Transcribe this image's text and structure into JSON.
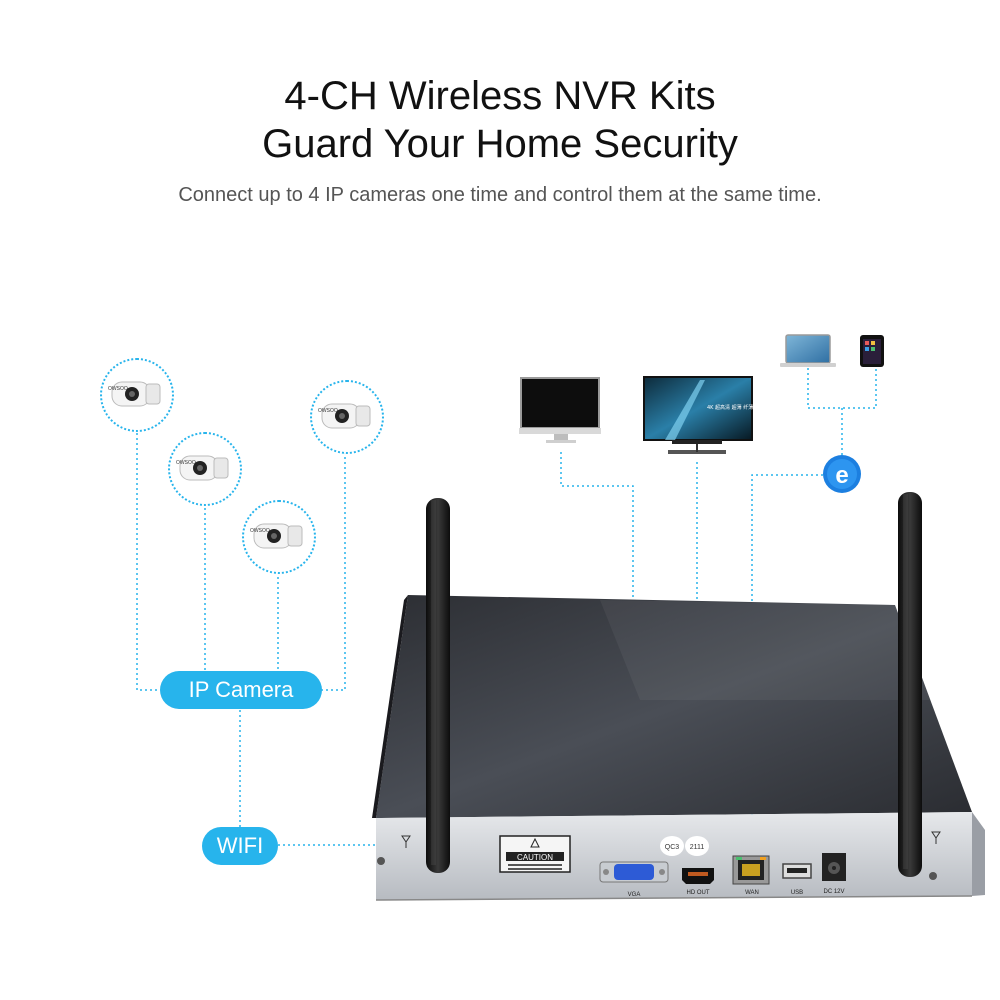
{
  "header": {
    "title_line1": "4-CH Wireless NVR Kits",
    "title_line2": "Guard Your Home Security",
    "subtitle": "Connect up to 4 IP cameras one time and control them at the same time."
  },
  "labels": {
    "ip_camera": "IP Camera",
    "wifi": "WIFI"
  },
  "cameras": [
    {
      "brand": "OWSOO",
      "icon": "bullet-camera-icon"
    },
    {
      "brand": "OWSOO",
      "icon": "bullet-camera-icon"
    },
    {
      "brand": "OWSOO",
      "icon": "bullet-camera-icon"
    },
    {
      "brand": "OWSOO",
      "icon": "bullet-camera-icon"
    }
  ],
  "nvr": {
    "caution": "CAUTION",
    "sticker_1": "QC3",
    "sticker_2": "2111",
    "ports": {
      "vga": "VGA",
      "hdmi": "HD OUT",
      "wan": "WAN",
      "usb": "USB",
      "dc": "DC 12V"
    }
  },
  "devices": {
    "monitor": "monitor-icon",
    "tv": "tv-icon",
    "laptop": "laptop-icon",
    "phone": "phone-icon",
    "internet": "internet-explorer-icon",
    "tv_screen_text": "4K 超高清 超薄 纤薄"
  },
  "colors": {
    "accent": "#27b4ec",
    "nvr_top": "#3a3d44",
    "nvr_front": "#cfd3d8"
  }
}
